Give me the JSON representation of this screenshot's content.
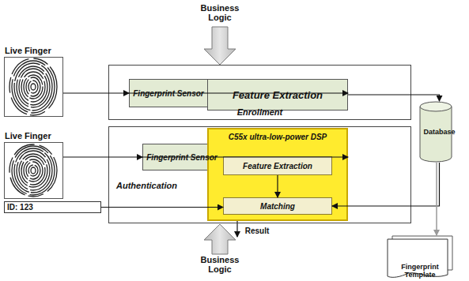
{
  "diagram": {
    "nodes": [
      {
        "text": [
          "Live Finger"
        ]
      },
      {
        "text": [
          "Enrollment"
        ]
      },
      {
        "text": [
          "Fingerprint Sensor"
        ],
        "in": 1
      },
      {
        "text": [
          "Feature Extraction"
        ],
        "in": 1
      },
      {
        "text": [
          "Database"
        ]
      },
      {
        "text": [
          "Live Finger"
        ]
      },
      {
        "text": [
          "Authentication"
        ]
      },
      {
        "text": [
          "Fingerprint Sensor"
        ],
        "in": 6
      },
      {
        "text": [
          "C55x ultra-low-power DSP"
        ],
        "in": 6
      },
      {
        "text": [
          "Feature Extraction"
        ],
        "in": 8
      },
      {
        "text": [
          "Matching"
        ],
        "in": 8
      },
      {
        "text": [
          "ID: 123"
        ]
      },
      {
        "text": [
          "Fingerprint Template"
        ]
      }
    ],
    "edges": [
      {
        "from": 0,
        "to": 2,
        "arrow": "to"
      },
      {
        "from": 2,
        "to": 3,
        "arrow": "to"
      },
      {
        "from": 3,
        "to": 4,
        "arrow": "to"
      },
      {
        "from": 5,
        "to": 7,
        "arrow": "to"
      },
      {
        "from": 7,
        "to": 8,
        "arrow": "to"
      },
      {
        "from": 9,
        "to": 10,
        "arrow": "to"
      },
      {
        "from": 4,
        "to": 10,
        "arrow": "to"
      },
      {
        "from": 11,
        "to": 10,
        "arrow": "to"
      },
      {
        "from": 4,
        "to": 12,
        "arrow": "to"
      }
    ],
    "labels": [
      "Business Logic",
      "Result",
      "Business Logic"
    ]
  }
}
